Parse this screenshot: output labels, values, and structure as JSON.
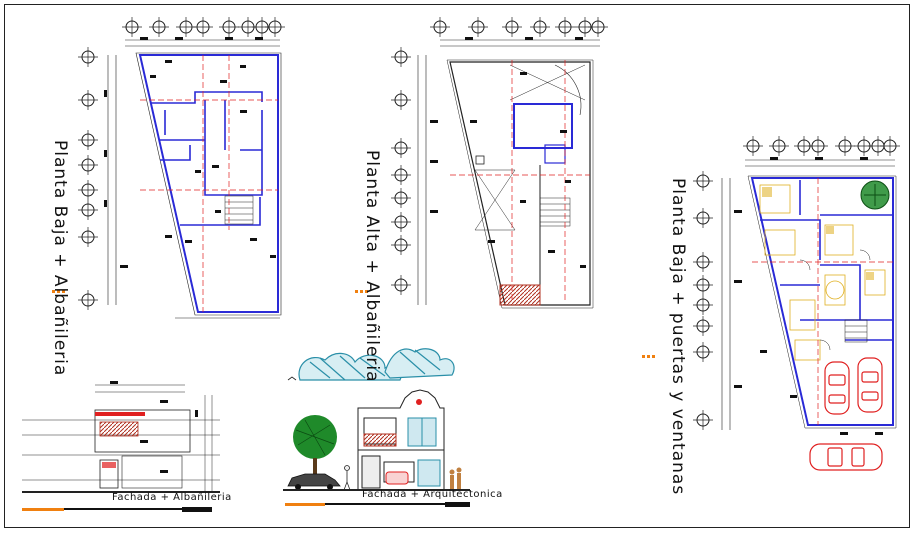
{
  "titles": {
    "plan1": "Planta Baja + Albañileria",
    "plan2": "Planta Alta + Albañileria",
    "plan3": "Planta Baja + puertas y ventanas",
    "facade1": "Fachada + Albañileria",
    "facade2": "Fachada + Arquitectonica"
  },
  "colors": {
    "wall_blue": "#2a2ad6",
    "axis_red": "#e02020",
    "note_orange": "#f08010",
    "tree_green": "#1f8a2a",
    "sky_teal": "#2a8fa8",
    "brick_red": "#b03020",
    "furniture_yellow": "#e0b020"
  },
  "icons": [
    "grid-axis-marker",
    "tree-icon",
    "car-icon",
    "person-icon",
    "bird-icon"
  ]
}
